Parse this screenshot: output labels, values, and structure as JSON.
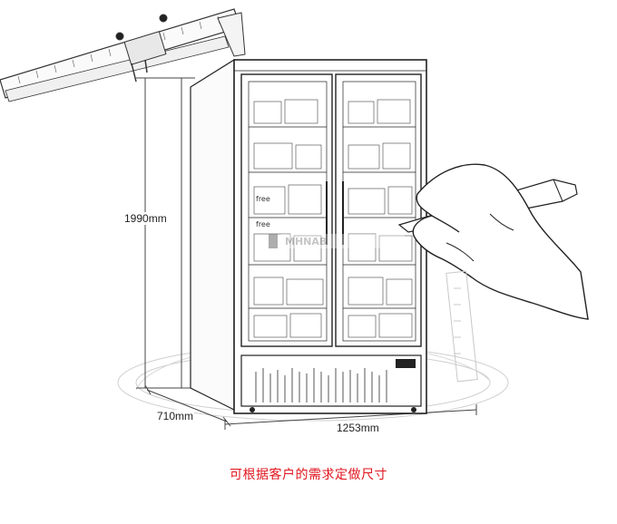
{
  "dimensions": {
    "height": "1990mm",
    "depth": "710mm",
    "width": "1253mm"
  },
  "caption": "可根据客户的需求定做尺寸",
  "colors": {
    "caption": "#e0141e",
    "line": "#333333",
    "light_line": "#b5b5b5"
  },
  "watermark_logo": {
    "icon": "company-logo-icon",
    "lettering": "MHNAB"
  },
  "sketch": {
    "subject": "double-door display cooler drawing",
    "shelf_labels": [
      "free",
      "free"
    ]
  }
}
